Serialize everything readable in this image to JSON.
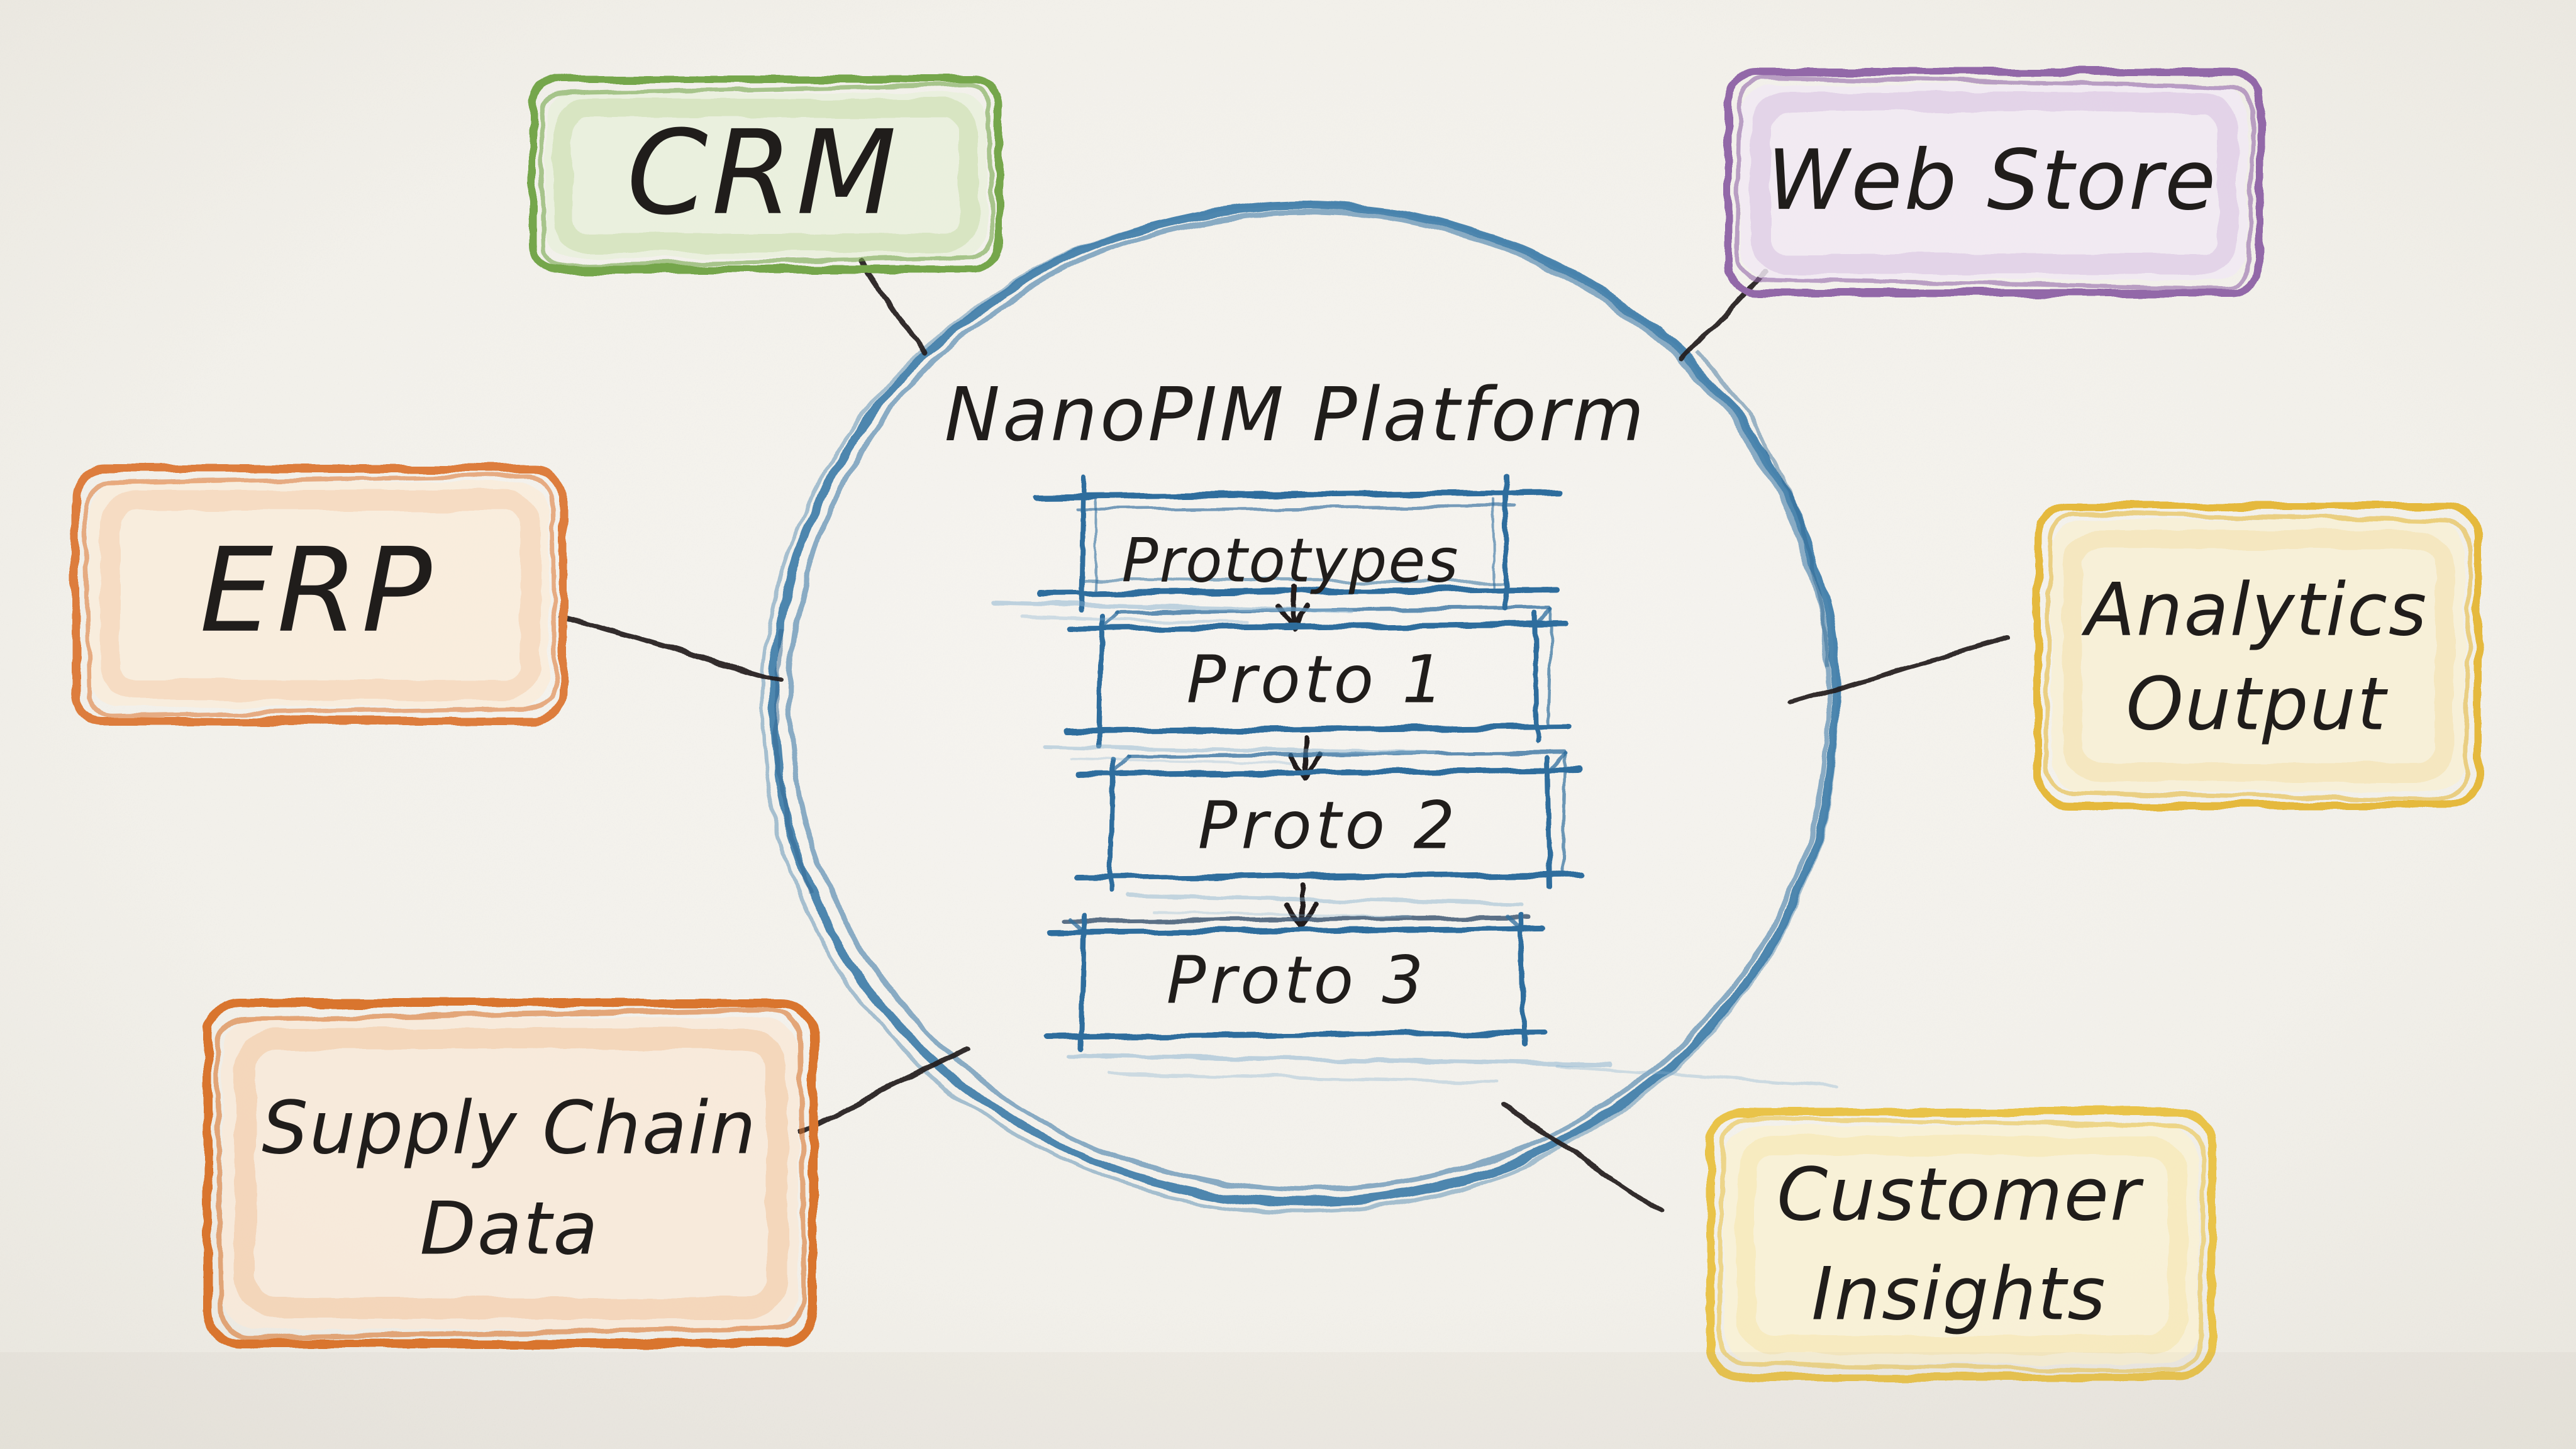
{
  "ink": "#201d1b",
  "paper": {
    "base": "#f6f4f0",
    "mid": "#f2f0ea",
    "edge": "#e9e6de"
  },
  "center": {
    "title": "NanoPIM Platform",
    "circle_color": "#4580ab",
    "circle_color_dark": "#2f6592",
    "circle_color_light": "#85b0cd",
    "flow": {
      "box_color": "#2e6d9d",
      "root": "Prototypes",
      "steps": [
        "Proto 1",
        "Proto 2",
        "Proto 3"
      ],
      "arrow_color": "#201d1b"
    }
  },
  "nodes": [
    {
      "id": "crm",
      "label": "CRM",
      "border": "#74a64c",
      "scribble": "#abcb80",
      "fill": "#e9f0dc"
    },
    {
      "id": "web-store",
      "label": "Web Store",
      "border": "#9268a8",
      "scribble": "#bb97cb",
      "fill": "#f1e9f3"
    },
    {
      "id": "erp",
      "label": "ERP",
      "border": "#dd7d3c",
      "scribble": "#eeb285",
      "fill": "#f9ecdb"
    },
    {
      "id": "analytics-output",
      "label": "Analytics Output",
      "line1": "Analytics",
      "line2": "Output",
      "border": "#e5b93e",
      "scribble": "#f0d488",
      "fill": "#f8f0d5"
    },
    {
      "id": "supply-chain-data",
      "label": "Supply Chain Data",
      "line1": "Supply Chain",
      "line2": "Data",
      "border": "#d9742f",
      "scribble": "#ecaa6f",
      "fill": "#f8e9d8"
    },
    {
      "id": "customer-insights",
      "label": "Customer Insights",
      "line1": "Customer",
      "line2": "Insights",
      "border": "#e9c34a",
      "scribble": "#f2d98a",
      "fill": "#f9f1d4"
    }
  ]
}
